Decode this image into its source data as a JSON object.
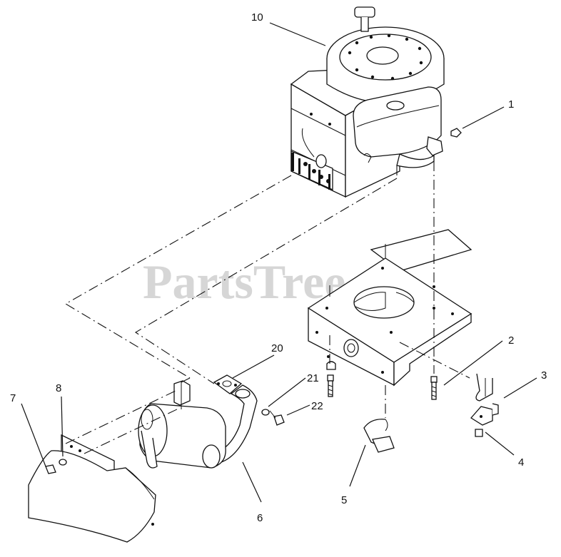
{
  "watermark": "PartsTree",
  "callouts": [
    {
      "id": "10",
      "label": "10"
    },
    {
      "id": "1",
      "label": "1"
    },
    {
      "id": "2",
      "label": "2"
    },
    {
      "id": "3",
      "label": "3"
    },
    {
      "id": "4",
      "label": "4"
    },
    {
      "id": "5",
      "label": "5"
    },
    {
      "id": "6",
      "label": "6"
    },
    {
      "id": "7",
      "label": "7"
    },
    {
      "id": "8",
      "label": "8"
    },
    {
      "id": "20",
      "label": "20"
    },
    {
      "id": "21",
      "label": "21"
    },
    {
      "id": "22",
      "label": "22"
    }
  ]
}
